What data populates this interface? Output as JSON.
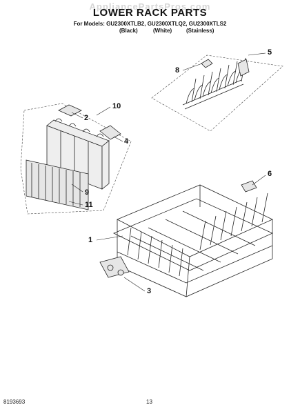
{
  "watermark": "AppliancePartsPros.com",
  "title": "LOWER RACK PARTS",
  "models_line": "For Models: GU2300XTLB2, GU2300XTLQ2, GU2300XTLS2",
  "variants": [
    "(Black)",
    "(White)",
    "(Stainless)"
  ],
  "callouts": [
    "1",
    "2",
    "3",
    "4",
    "5",
    "6",
    "8",
    "9",
    "10",
    "11"
  ],
  "footer": {
    "doc_number": "8193693",
    "page_number": "13"
  }
}
